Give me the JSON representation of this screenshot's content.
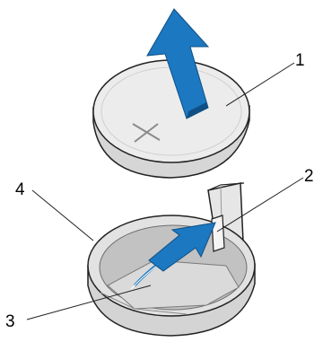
{
  "callouts": [
    "1",
    "2",
    "3",
    "4"
  ],
  "colors": {
    "arrow": "#1c78c0",
    "arrow_dark": "#0f4f86",
    "coin_fill": "#e9e9e9",
    "coin_edge": "#d2d2d2",
    "outline": "#222222",
    "holder_tray": "#bdbdbd"
  }
}
